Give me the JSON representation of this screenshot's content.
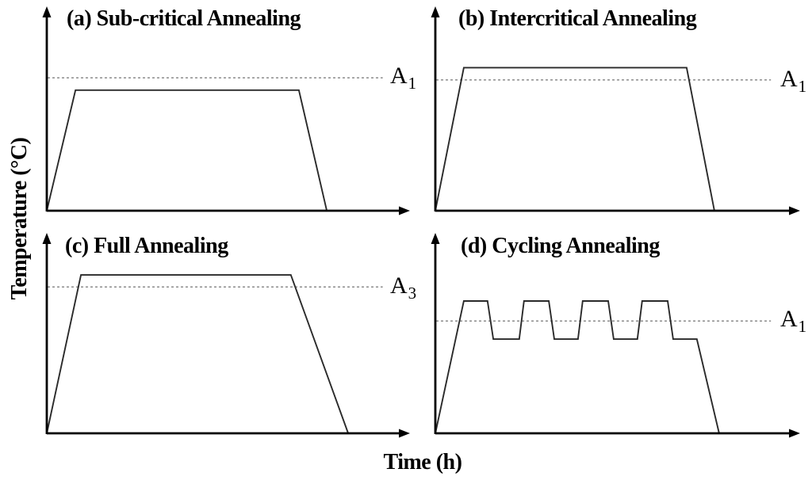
{
  "figure": {
    "y_axis_label": "Temperature (°C)",
    "x_axis_label": "Time (h)",
    "colors": {
      "background": "#ffffff",
      "axis": "#000000",
      "profile": "#2a2a2a",
      "reference_line": "#8c8c8c",
      "text": "#000000"
    }
  },
  "chart_data": [
    {
      "id": "a",
      "type": "line",
      "title": "(a) Sub-critical Annealing",
      "xlim": [
        0,
        10
      ],
      "ylim": [
        0,
        100
      ],
      "grid": false,
      "axes_ticks": "none (schematic)",
      "reference_line": {
        "label_base": "A",
        "label_sub": "1",
        "level": 65,
        "style": "dashed",
        "extent": 9.25
      },
      "series": [
        {
          "name": "temperature-profile",
          "points": [
            [
              0,
              0
            ],
            [
              0.79,
              59
            ],
            [
              6.94,
              59
            ],
            [
              7.71,
              0
            ]
          ]
        }
      ]
    },
    {
      "id": "b",
      "type": "line",
      "title": "(b) Intercritical Annealing",
      "xlim": [
        0,
        10
      ],
      "ylim": [
        0,
        100
      ],
      "grid": false,
      "axes_ticks": "none (schematic)",
      "reference_line": {
        "label_base": "A",
        "label_sub": "1",
        "level": 64,
        "style": "dashed",
        "extent": 9.2
      },
      "series": [
        {
          "name": "temperature-profile",
          "points": [
            [
              0,
              0
            ],
            [
              0.78,
              70
            ],
            [
              6.89,
              70
            ],
            [
              7.65,
              0
            ]
          ]
        }
      ]
    },
    {
      "id": "c",
      "type": "line",
      "title": "(c) Full Annealing",
      "xlim": [
        0,
        10
      ],
      "ylim": [
        0,
        100
      ],
      "grid": false,
      "axes_ticks": "none (schematic)",
      "reference_line": {
        "label_base": "A",
        "label_sub": "3",
        "level": 73,
        "style": "dashed",
        "extent": 9.25
      },
      "series": [
        {
          "name": "temperature-profile",
          "points": [
            [
              0,
              0
            ],
            [
              0.94,
              79
            ],
            [
              6.72,
              79
            ],
            [
              8.3,
              0
            ]
          ]
        }
      ]
    },
    {
      "id": "d",
      "type": "line",
      "title": "(d) Cycling Annealing",
      "xlim": [
        0,
        10
      ],
      "ylim": [
        0,
        100
      ],
      "grid": false,
      "axes_ticks": "none (schematic)",
      "reference_line": {
        "label_base": "A",
        "label_sub": "1",
        "level": 56,
        "style": "dashed",
        "extent": 9.2
      },
      "series": [
        {
          "name": "temperature-profile",
          "points": [
            [
              0,
              0
            ],
            [
              0.78,
              66
            ],
            [
              1.43,
              66
            ],
            [
              1.59,
              47
            ],
            [
              2.3,
              47
            ],
            [
              2.43,
              66
            ],
            [
              3.11,
              66
            ],
            [
              3.26,
              47
            ],
            [
              3.91,
              47
            ],
            [
              4.04,
              66
            ],
            [
              4.74,
              66
            ],
            [
              4.89,
              47
            ],
            [
              5.54,
              47
            ],
            [
              5.67,
              66
            ],
            [
              6.37,
              66
            ],
            [
              6.52,
              47
            ],
            [
              7.17,
              47
            ],
            [
              7.78,
              0
            ]
          ]
        }
      ]
    }
  ]
}
